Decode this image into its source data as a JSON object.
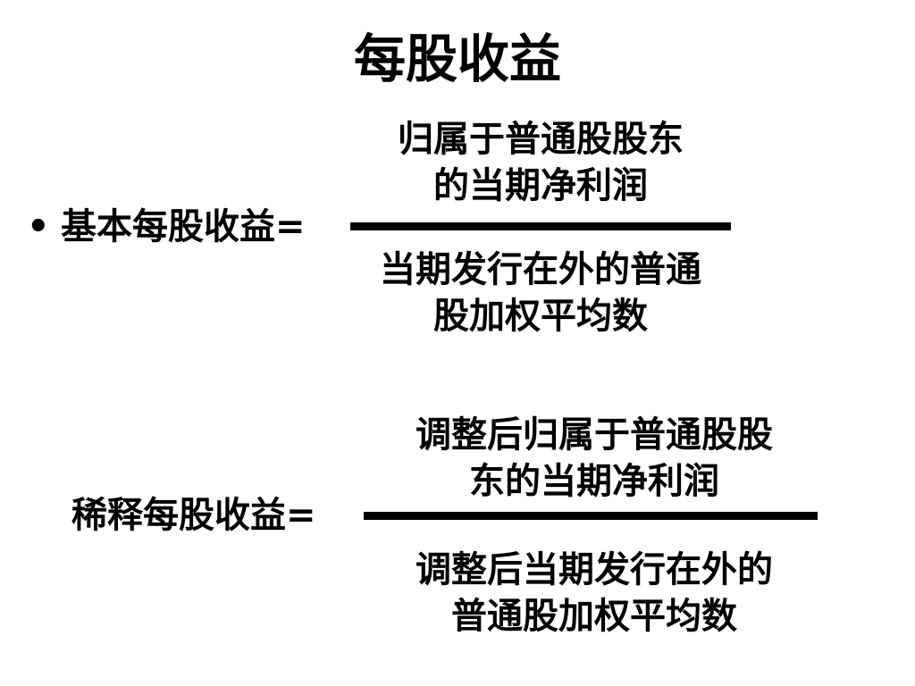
{
  "slide": {
    "title": "每股收益"
  },
  "basic_eps": {
    "bullet": "•",
    "label": "基本每股收益=",
    "numerator_lines": [
      "归属于普通股股东",
      "的当期净利润"
    ],
    "denominator_lines": [
      "当期发行在外的普通",
      "股加权平均数"
    ]
  },
  "diluted_eps": {
    "label": "稀释每股收益=",
    "numerator_lines": [
      "调整后归属于普通股股",
      "东的当期净利润"
    ],
    "denominator_lines": [
      "调整后当期发行在外的",
      "普通股加权平均数"
    ]
  }
}
